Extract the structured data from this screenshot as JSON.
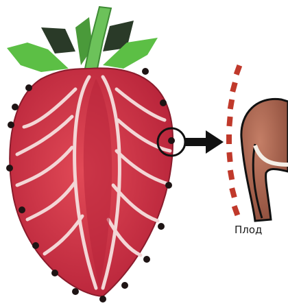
{
  "diagram": {
    "fruit_label": "Плод",
    "parts": {
      "berry": "strawberry-cross-section",
      "leaves": "sepals",
      "seeds": "achenes",
      "zoom": "magnified-achene"
    },
    "colors": {
      "flesh": "#d8394a",
      "flesh_dark": "#b8243a",
      "core_lines": "#f3d6d6",
      "seed": "#1e1414",
      "leaf_light": "#5cbf45",
      "leaf_dark": "#2a3a28",
      "stem": "#6cc25a",
      "fruit_body": "#b06a55",
      "receptacle_dash": "#c0392b"
    }
  }
}
